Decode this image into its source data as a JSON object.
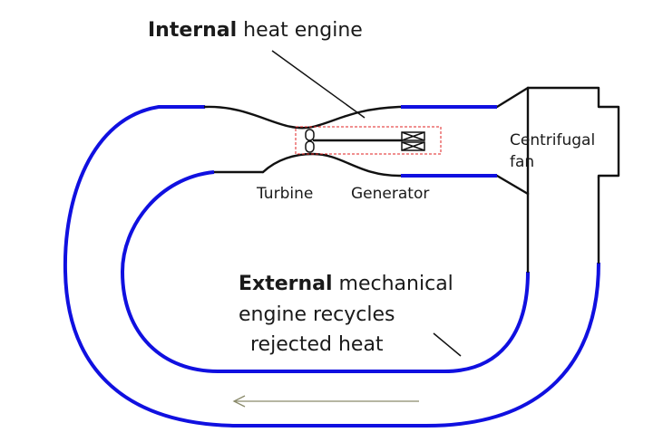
{
  "title": {
    "bold": "Internal",
    "rest": " heat engine"
  },
  "labels": {
    "turbine": "Turbine",
    "generator": "Generator",
    "fan_line1": "Centrifugal",
    "fan_line2": "fan",
    "external_bold": "External",
    "external_rest": " mechanical",
    "external_line2": "engine recycles",
    "external_line3": "rejected heat"
  },
  "colors": {
    "duct_outline": "#111111",
    "insulated_section": "#1010e0",
    "highlight_box": "#e02020",
    "flow_arrow": "#8a8a6a"
  }
}
